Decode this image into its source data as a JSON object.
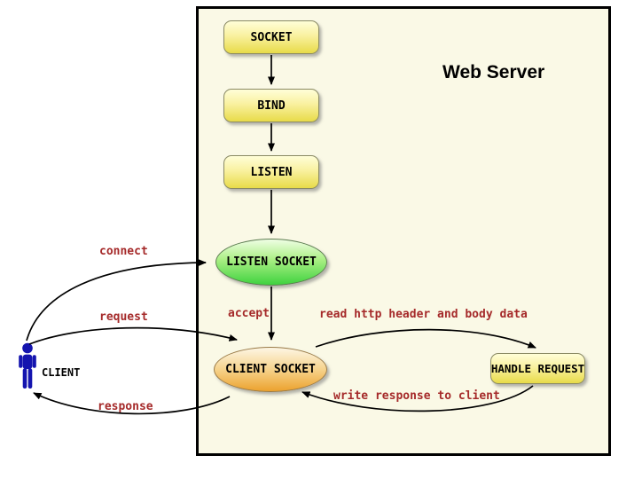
{
  "title": "Web Server",
  "nodes": {
    "socket": {
      "label": "SOCKET",
      "shape": "rect"
    },
    "bind": {
      "label": "BIND",
      "shape": "rect"
    },
    "listen": {
      "label": "LISTEN",
      "shape": "rect"
    },
    "listen_socket": {
      "label": "LISTEN SOCKET",
      "shape": "ellipse"
    },
    "client_socket": {
      "label": "CLIENT SOCKET",
      "shape": "ellipse"
    },
    "handle_request": {
      "label": "HANDLE REQUEST",
      "shape": "rect"
    }
  },
  "actor": {
    "label": "CLIENT",
    "icon": "person-icon"
  },
  "edges": {
    "socket_to_bind": {
      "label": ""
    },
    "bind_to_listen": {
      "label": ""
    },
    "listen_to_listen_socket": {
      "label": ""
    },
    "accept": {
      "label": "accept"
    },
    "connect": {
      "label": "connect"
    },
    "request": {
      "label": "request"
    },
    "response": {
      "label": "response"
    },
    "read_http": {
      "label": "read http header and body data"
    },
    "write_response": {
      "label": "write response to client"
    }
  },
  "colors": {
    "server_background": "#FAF9E6",
    "server_border": "#000000",
    "process_node_top": "#FFFED8",
    "process_node_bottom": "#E8DB49",
    "listen_socket_bottom": "#3FD23F",
    "client_socket_bottom": "#ECA22E",
    "edge_label_text": "#A52A2A",
    "actor_blue": "#1414AF",
    "arrow": "#000000"
  }
}
